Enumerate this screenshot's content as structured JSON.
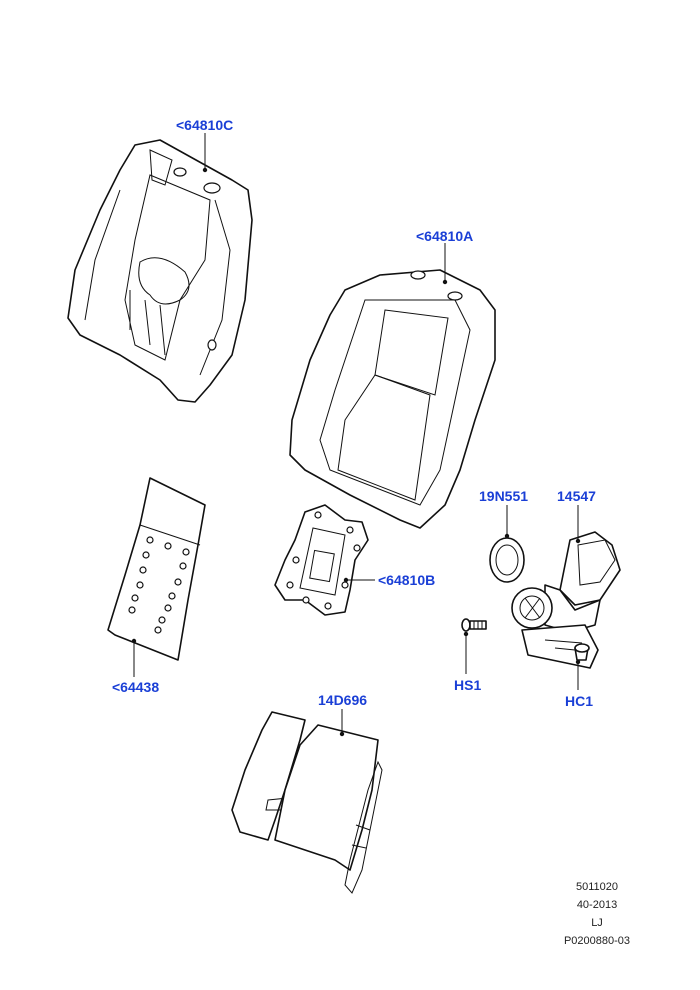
{
  "callouts": {
    "c64810c": "<64810C",
    "c64810a": "<64810A",
    "c64810b": "<64810B",
    "c64438": "<64438",
    "c19n551": "19N551",
    "c14547": "14547",
    "chs1": "HS1",
    "chc1": "HC1",
    "c14d696": "14D696"
  },
  "reference": {
    "line1": "5011020",
    "line2": "40-2013",
    "line3": "LJ",
    "line4": "P0200880-03"
  },
  "colors": {
    "label_blue": "#1a3fd6",
    "line_black": "#111111"
  }
}
